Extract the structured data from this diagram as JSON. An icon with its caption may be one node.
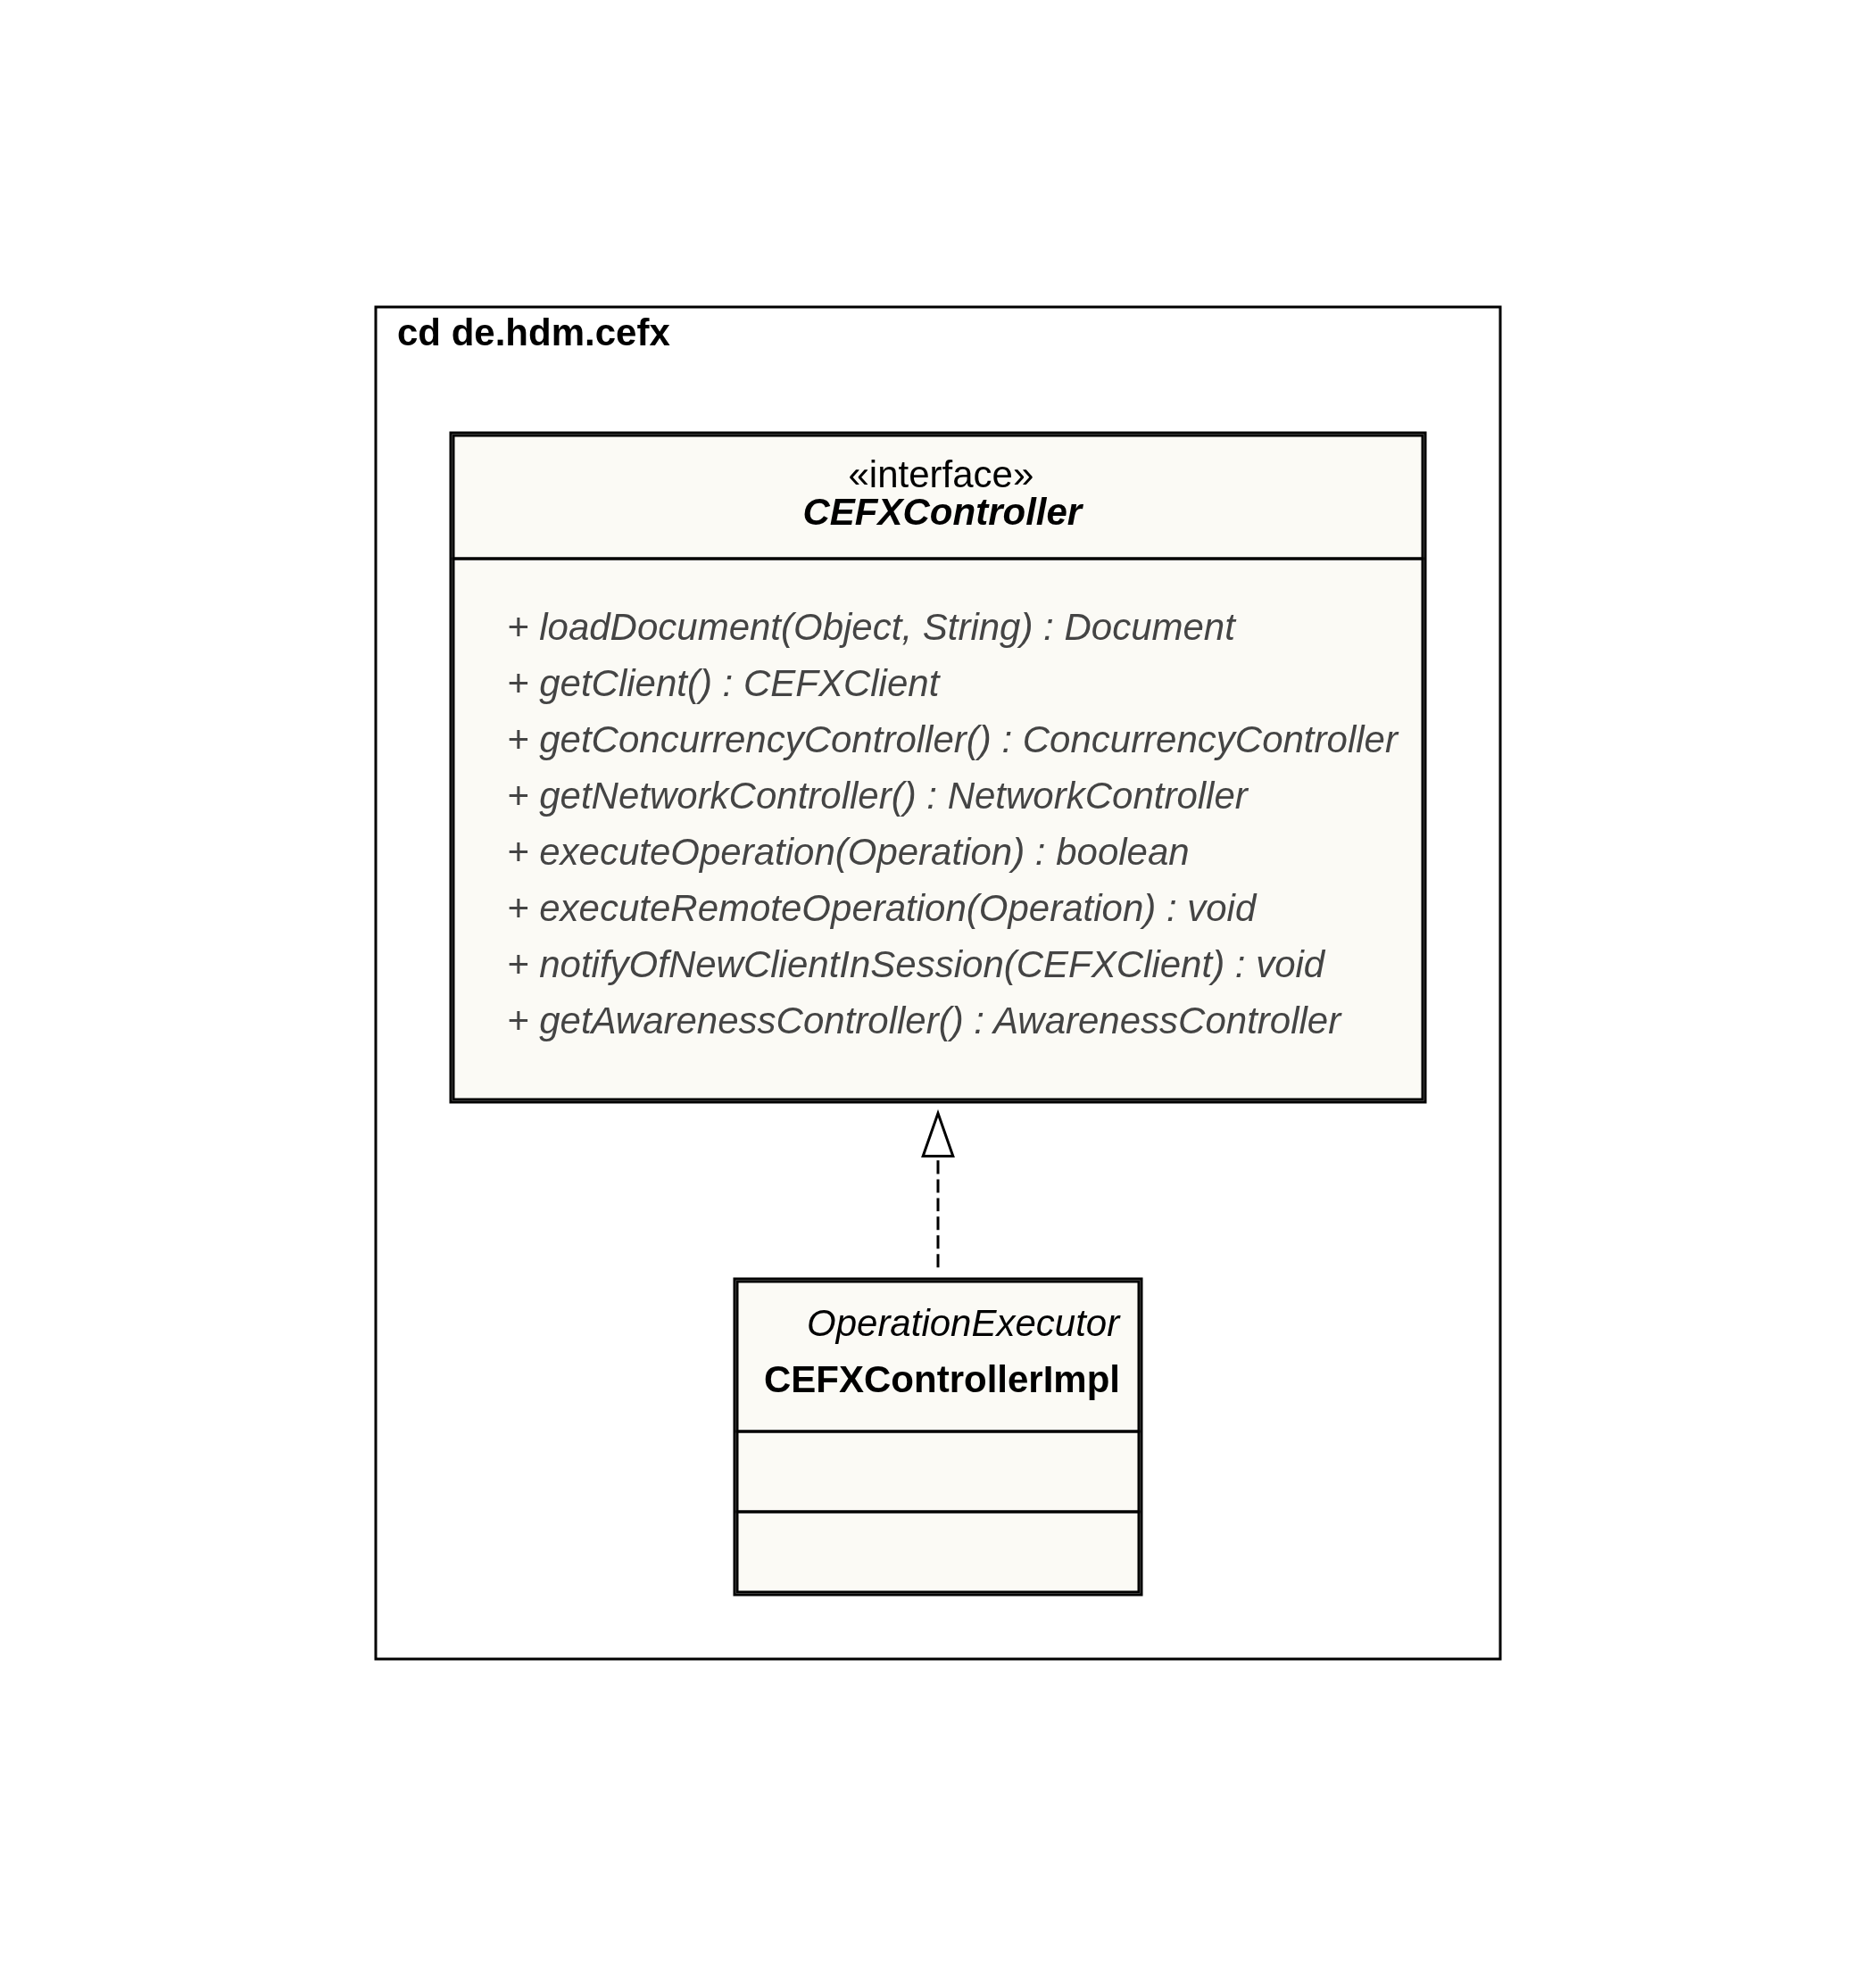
{
  "diagram": {
    "nodes": [
      {
        "text": [
          "cd de.hdm.cefx"
        ]
      },
      {
        "text": [
          "«interface»",
          "CEFXController",
          "+ loadDocument(Object, String) : Document",
          "+ getClient() : CEFXClient",
          "+ getConcurrencyController() : ConcurrencyController",
          "+ getNetworkController() : NetworkController",
          "+ executeOperation(Operation) : boolean",
          "+ executeRemoteOperation(Operation) : void",
          "+ notifyOfNewClientInSession(CEFXClient) : void",
          "+ getAwarenessController() : AwarenessController"
        ],
        "in": 0
      },
      {
        "text": [
          "OperationExecutor",
          "CEFXControllerImpl"
        ],
        "in": 0
      }
    ],
    "edges": [
      {
        "from": 2,
        "to": 1,
        "arrow": "to",
        "style": "dashed"
      }
    ]
  }
}
